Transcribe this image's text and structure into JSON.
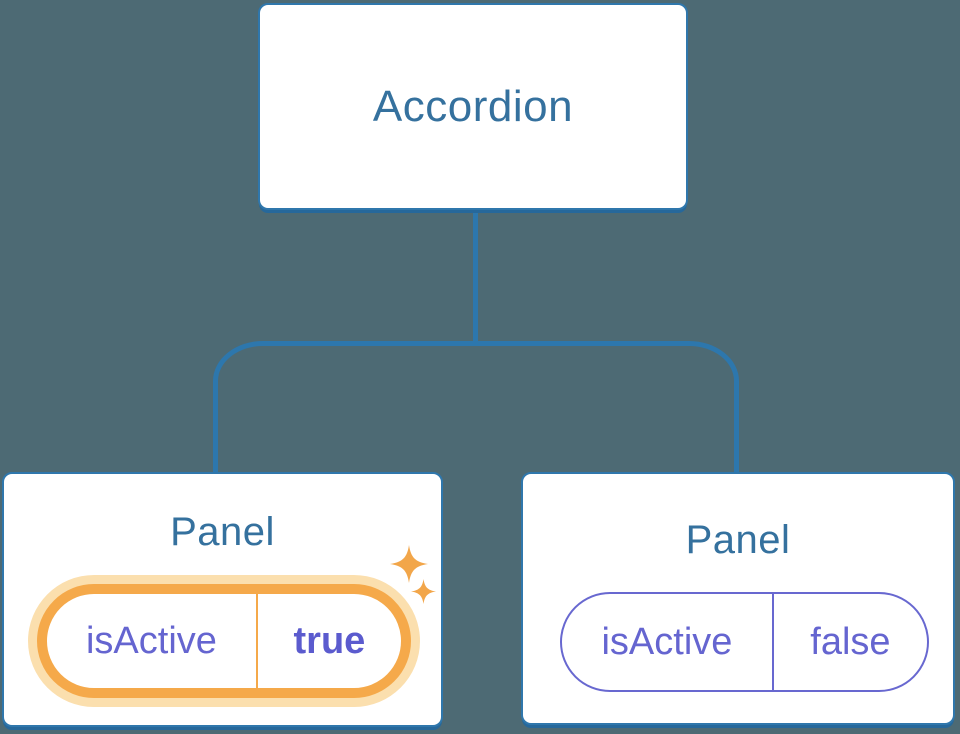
{
  "diagram": {
    "description": "Component tree diagram showing state flowing from an Accordion parent to two Panel children",
    "root": {
      "label": "Accordion"
    },
    "children": [
      {
        "label": "Panel",
        "state_key": "isActive",
        "state_value": "true",
        "highlighted": true,
        "icons": [
          "sparkle-icon",
          "sparkle-icon"
        ]
      },
      {
        "label": "Panel",
        "state_key": "isActive",
        "state_value": "false",
        "highlighted": false,
        "icons": []
      }
    ]
  },
  "colors": {
    "background": "#4d6a74",
    "connector_blue": "#2d77ad",
    "node_border_blue": "#2f77ac",
    "node_shadow_blue": "#26689b",
    "title_blue": "#35719e",
    "state_purple": "#6565d0",
    "state_purple_bold": "#5b5bce",
    "highlight_orange": "#f5a94a",
    "highlight_glow": "#fbdfae"
  }
}
